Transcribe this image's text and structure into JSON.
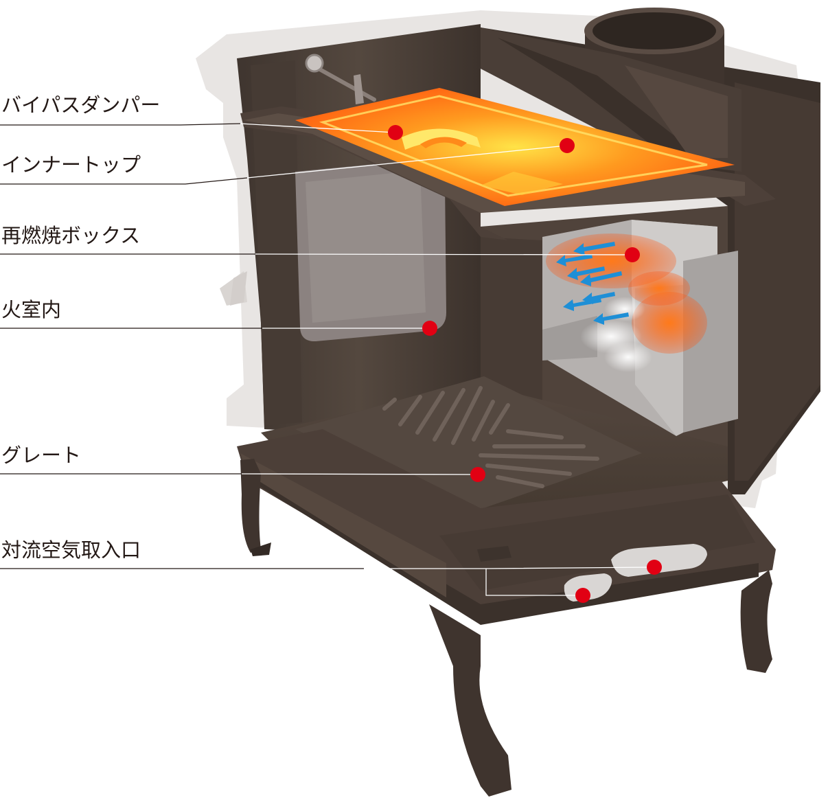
{
  "callouts": [
    {
      "id": "bypass-damper",
      "label": "バイパスダンパー"
    },
    {
      "id": "inner-top",
      "label": "インナートップ"
    },
    {
      "id": "reburn-box",
      "label": "再燃焼ボックス"
    },
    {
      "id": "firebox",
      "label": "火室内"
    },
    {
      "id": "grate",
      "label": "グレート"
    },
    {
      "id": "convection-air-inlet",
      "label": "対流空気取入口"
    }
  ],
  "colors": {
    "marker": "#e10013",
    "leader_on_light": "#231815",
    "leader_on_dark": "#ffffff",
    "label_text": "#231815",
    "stove_body": "#4e423b",
    "stove_dark": "#3a302a",
    "stove_light": "#6b5e56",
    "hot_top": "#ff6a14",
    "hot_top_glow": "#ffd23a",
    "reburn_box": "#b9b6b4",
    "air_arrow": "#1e8fd6",
    "ghost_outline": "#e6e3e1"
  }
}
